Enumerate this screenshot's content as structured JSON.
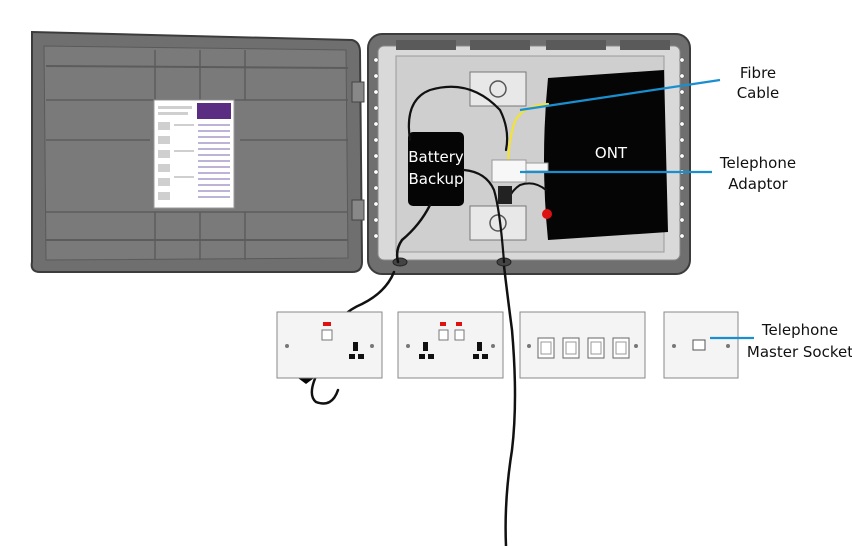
{
  "labels": {
    "fibre_cable": [
      "Fibre",
      "Cable"
    ],
    "ont": "ONT",
    "telephone_adaptor": [
      "Telephone",
      "Adaptor"
    ],
    "battery_backup": [
      "Battery",
      "Backup"
    ],
    "master_socket": [
      "Telephone",
      "Master Socket"
    ]
  },
  "colors": {
    "callout_line": "#1a8fd0",
    "case_grey": "#6f6f6f",
    "fibre_yellow": "#f2e23a",
    "socket_red": "#d11"
  }
}
